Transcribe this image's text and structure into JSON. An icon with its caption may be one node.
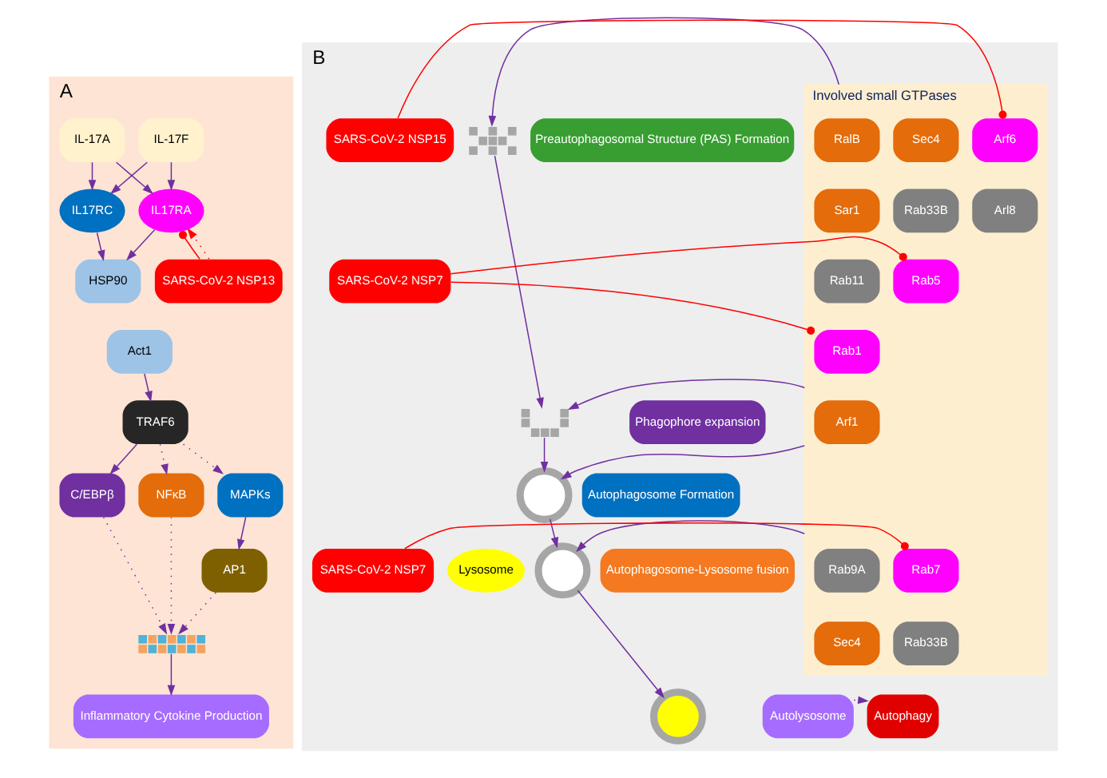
{
  "diagram": {
    "nodes": [
      {
        "text": [
          "A"
        ]
      },
      {
        "text": [
          "IL-17A"
        ],
        "in": 0
      },
      {
        "text": [
          "IL-17F"
        ],
        "in": 0
      },
      {
        "text": [
          "IL17RC"
        ],
        "in": 0
      },
      {
        "text": [
          "IL17RA"
        ],
        "in": 0
      },
      {
        "text": [
          "HSP90"
        ],
        "in": 0
      },
      {
        "text": [
          "Act1"
        ],
        "in": 0
      },
      {
        "text": [
          "SARS-CoV-2 NSP13"
        ],
        "in": 0
      },
      {
        "text": [
          "TRAF6"
        ],
        "in": 0
      },
      {
        "text": [
          "NFκB"
        ],
        "in": 0
      },
      {
        "text": [
          "MAPKs"
        ],
        "in": 0
      },
      {
        "text": [
          "C/EBPβ"
        ],
        "in": 0
      },
      {
        "text": [
          "AP1"
        ],
        "in": 0
      },
      {
        "text": [],
        "shape": "picture",
        "in": 0
      },
      {
        "text": [
          "Inflammatory Cytokine Production"
        ],
        "in": 0
      },
      {
        "text": [
          "B"
        ]
      },
      {
        "text": [],
        "shape": "picture",
        "in": 15
      },
      {
        "text": [],
        "shape": "picture",
        "in": 15
      },
      {
        "text": [],
        "shape": "circle",
        "in": 15
      },
      {
        "text": [
          "Lysosome"
        ],
        "in": 15
      },
      {
        "text": [],
        "shape": "circle",
        "in": 15
      },
      {
        "text": [],
        "shape": "circle",
        "in": 15
      },
      {
        "text": [
          "Preautophagosomal Structure (PAS) Formation"
        ],
        "in": 15
      },
      {
        "text": [
          "Phagophore expansion"
        ],
        "in": 15
      },
      {
        "text": [
          "Autophagosome Formation"
        ],
        "in": 15
      },
      {
        "text": [
          "Autophagosome-Lysosome fusion"
        ],
        "in": 15
      },
      {
        "text": [
          "Autolysosome"
        ],
        "in": 15
      },
      {
        "text": [
          "Autophagy"
        ],
        "in": 15
      },
      {
        "text": [
          "Involved small GTPases"
        ],
        "in": 15
      },
      {
        "text": [
          "RalB"
        ],
        "in": 28
      },
      {
        "text": [
          "Sec4"
        ],
        "in": 28
      },
      {
        "text": [
          "Arf6"
        ],
        "in": 28
      },
      {
        "text": [
          "Sar1"
        ],
        "in": 28
      },
      {
        "text": [
          "Rab33B"
        ],
        "in": 28
      },
      {
        "text": [
          "Arl8"
        ],
        "in": 28
      },
      {
        "text": [
          "Rab11"
        ],
        "in": 28
      },
      {
        "text": [
          "Rab5"
        ],
        "in": 28
      },
      {
        "text": [
          "Rab1"
        ],
        "in": 28
      },
      {
        "text": [
          "Arf1"
        ],
        "in": 28
      },
      {
        "text": [
          "Rab9A"
        ],
        "in": 28
      },
      {
        "text": [
          "Rab7"
        ],
        "in": 28
      },
      {
        "text": [
          "Sec4"
        ],
        "in": 28
      },
      {
        "text": [
          "Rab33B"
        ],
        "in": 28
      },
      {
        "text": [
          "SARS-CoV-2 NSP15"
        ],
        "in": 15
      },
      {
        "text": [
          "SARS-CoV-2 NSP7"
        ],
        "in": 15
      },
      {
        "text": [
          "SARS-CoV-2 NSP7"
        ],
        "in": 15
      }
    ],
    "edges": [
      {
        "from": 1,
        "to": 3,
        "arrow": "to"
      },
      {
        "from": 1,
        "to": 4,
        "arrow": "to"
      },
      {
        "from": 2,
        "to": 3,
        "arrow": "to"
      },
      {
        "from": 2,
        "to": 4,
        "arrow": "to"
      },
      {
        "from": 3,
        "to": 5,
        "arrow": "to"
      },
      {
        "from": 4,
        "to": 5,
        "arrow": "to"
      },
      {
        "from": 7,
        "to": 4,
        "arrow": "other",
        "color": "#ff0000"
      },
      {
        "from": 7,
        "to": 4,
        "arrow": "to",
        "style": "dashed",
        "color": "#ff0000"
      },
      {
        "from": 6,
        "to": 8,
        "arrow": "to"
      },
      {
        "from": 8,
        "to": 9,
        "arrow": "to",
        "style": "dashed"
      },
      {
        "from": 8,
        "to": 10,
        "arrow": "to",
        "style": "dashed"
      },
      {
        "from": 8,
        "to": 11,
        "arrow": "to"
      },
      {
        "from": 10,
        "to": 12,
        "arrow": "to"
      },
      {
        "from": 9,
        "to": 13,
        "arrow": "to",
        "style": "dashed"
      },
      {
        "from": 12,
        "to": 13,
        "arrow": "to",
        "style": "dashed"
      },
      {
        "from": 11,
        "to": 13,
        "arrow": "to",
        "style": "dashed"
      },
      {
        "from": 13,
        "to": 14,
        "arrow": "to"
      },
      {
        "from": 16,
        "to": 17,
        "arrow": "to"
      },
      {
        "from": 17,
        "to": 18,
        "arrow": "to"
      },
      {
        "from": 18,
        "to": 20,
        "arrow": "to"
      },
      {
        "from": 20,
        "to": 21,
        "arrow": "to"
      },
      {
        "from": 28,
        "to": 16,
        "arrow": "to"
      },
      {
        "from": 28,
        "to": 17,
        "arrow": "to"
      },
      {
        "from": 28,
        "to": 18,
        "arrow": "to"
      },
      {
        "from": 28,
        "to": 20,
        "arrow": "to"
      },
      {
        "from": 26,
        "to": 27,
        "arrow": "to",
        "style": "dashed"
      },
      {
        "from": 43,
        "to": 31,
        "arrow": "other",
        "color": "#ff0000"
      },
      {
        "from": 44,
        "to": 36,
        "arrow": "other",
        "color": "#ff0000"
      },
      {
        "from": 44,
        "to": 37,
        "arrow": "other",
        "color": "#ff0000"
      },
      {
        "from": 45,
        "to": 40,
        "arrow": "other",
        "color": "#ff0000"
      }
    ]
  }
}
